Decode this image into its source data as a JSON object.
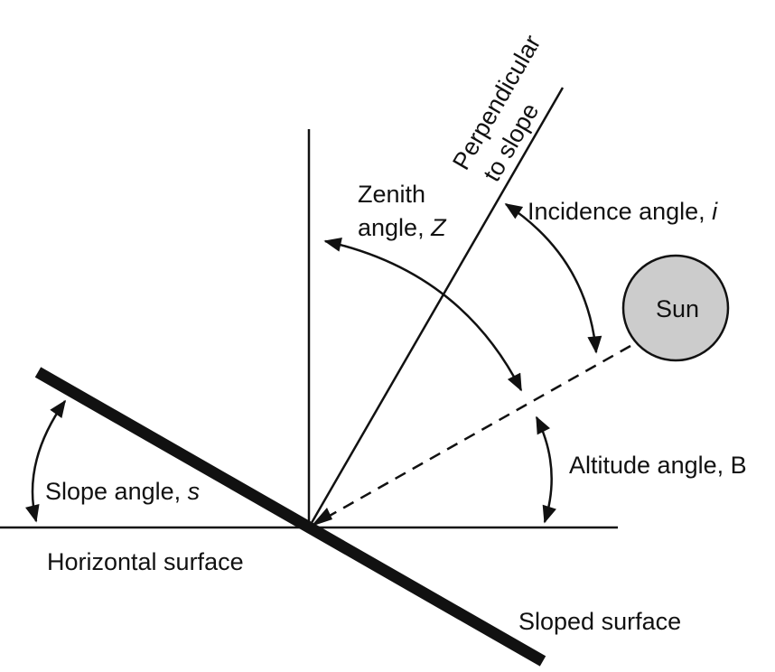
{
  "diagram": {
    "perpendicular_line1": "Perpendicular",
    "perpendicular_line2": "to slope",
    "zenith_line1": "Zenith",
    "zenith_line2_prefix": "angle, ",
    "zenith_symbol": "Z",
    "incidence_prefix": "Incidence angle, ",
    "incidence_symbol": "i",
    "sun_label": "Sun",
    "altitude_label": "Altitude angle, B",
    "slope_prefix": "Slope angle, ",
    "slope_symbol": "s",
    "horizontal_label": "Horizontal surface",
    "sloped_label": "Sloped surface"
  },
  "colors": {
    "line": "#111111",
    "sun_fill": "#cccccc",
    "background": "#ffffff"
  }
}
